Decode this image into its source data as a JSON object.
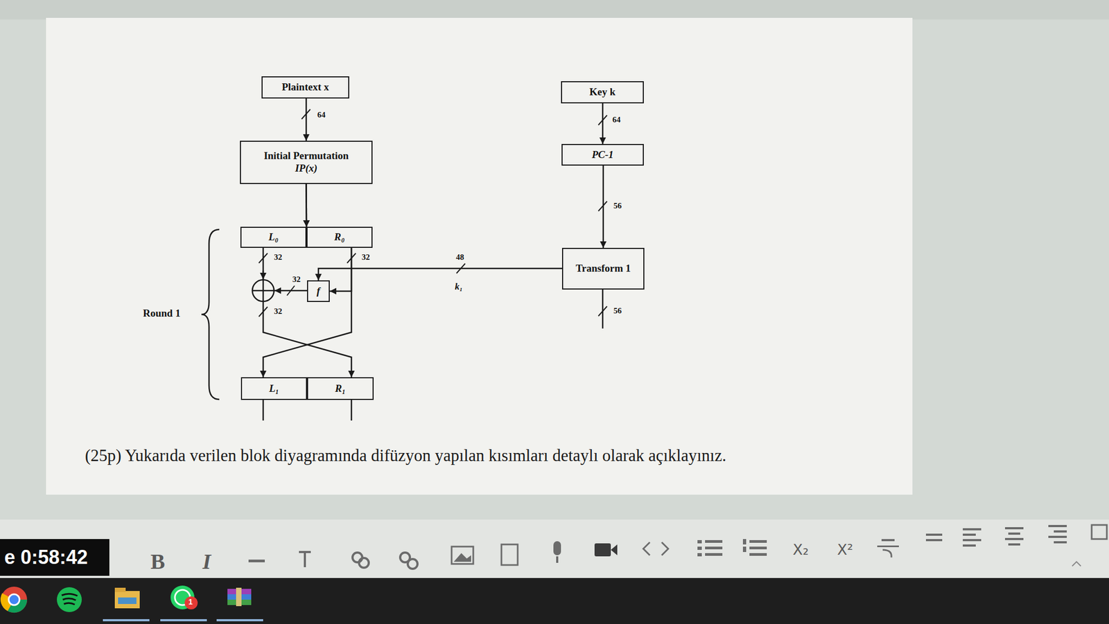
{
  "diagram": {
    "caption": "(25p) Yukarıda verilen blok diyagramında difüzyon yapılan kısımları detaylı olarak açıklayınız.",
    "nodes": [
      {
        "text": [
          "Plaintext x"
        ]
      },
      {
        "text": [
          "Initial Permutation",
          "IP(x)"
        ]
      },
      {
        "text": [
          "L₀"
        ]
      },
      {
        "text": [
          "R₀"
        ]
      },
      {
        "text": [
          "f"
        ]
      },
      {
        "text": [
          "L₁"
        ]
      },
      {
        "text": [
          "R₁"
        ]
      },
      {
        "text": [
          "Key k"
        ]
      },
      {
        "text": [
          "PC-1"
        ]
      },
      {
        "text": [
          "Transform 1"
        ]
      }
    ],
    "edges": [
      {
        "from": 0,
        "to": 1,
        "label": "64",
        "arrow": "to"
      },
      {
        "from": 1,
        "to": 2,
        "arrow": "to"
      },
      {
        "from": 1,
        "to": 3,
        "arrow": "to"
      },
      {
        "from": 3,
        "to": 4,
        "arrow": "to"
      },
      {
        "from": 3,
        "to": 5,
        "arrow": "to"
      },
      {
        "from": 2,
        "to": 6,
        "arrow": "to"
      },
      {
        "from": 9,
        "to": 4,
        "label": "48",
        "arrow": "to"
      },
      {
        "from": 7,
        "to": 8,
        "label": "64",
        "arrow": "to"
      },
      {
        "from": 8,
        "to": 9,
        "label": "56",
        "arrow": "to"
      }
    ],
    "labels": [
      "32",
      "32",
      "32",
      "32",
      "k₁",
      "56",
      "Round 1",
      "e 0:58:42",
      "B",
      "I",
      "X₂",
      "X²",
      "1"
    ]
  }
}
